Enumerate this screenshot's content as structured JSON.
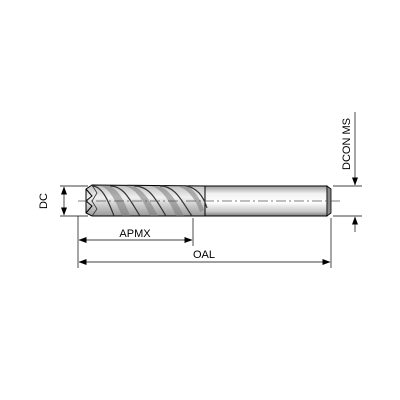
{
  "labels": {
    "dc": "DC",
    "apmx": "APMX",
    "oal": "OAL",
    "dcon_ms": "DCON MS"
  },
  "colors": {
    "line": "#000000",
    "shank_light": "#f4f4f4",
    "shank_mid": "#d2d2d2",
    "shank_dark": "#8a8a8a",
    "flute": "#6e6e6e",
    "centerline": "#555555"
  }
}
